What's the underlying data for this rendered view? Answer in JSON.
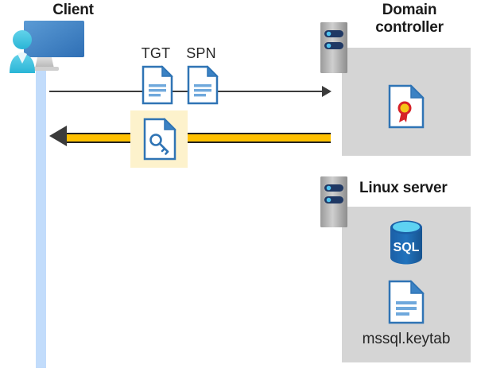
{
  "diagram": {
    "title_client": "Client",
    "title_domain_controller": "Domain controller",
    "title_linux_server": "Linux server",
    "labels": {
      "tgt": "TGT",
      "spn": "SPN",
      "keytab_file": "mssql.keytab"
    },
    "icons": {
      "client": "client-workstation-icon",
      "dc_server": "server-rack-icon",
      "linux_server": "server-rack-icon",
      "tgt_doc": "document-icon",
      "spn_doc": "document-icon",
      "ticket_key_doc": "document-key-icon",
      "certificate": "certificate-document-icon",
      "sql_database": "sql-database-icon",
      "keytab_doc": "document-icon"
    },
    "flows": [
      {
        "name": "request",
        "direction": "client-to-domain-controller",
        "style": "thin-black-arrow",
        "color": "#3b3b3b",
        "payload": [
          "TGT",
          "SPN"
        ]
      },
      {
        "name": "response",
        "direction": "domain-controller-to-client",
        "style": "thick-yellow-arrow",
        "color": "#ffc000",
        "payload": [
          "service-ticket"
        ]
      }
    ],
    "colors": {
      "panel_gray": "#d5d5d5",
      "lifeline_blue": "#c2dcfb",
      "highlight_yellow": "#fdf2cc",
      "arrow_yellow": "#ffc000",
      "arrow_dark": "#3b3b3b",
      "doc_blue": "#4a8fd4",
      "sql_blue": "#1f6cb6",
      "cert_red": "#d62128",
      "cert_gold": "#f5c518"
    }
  }
}
